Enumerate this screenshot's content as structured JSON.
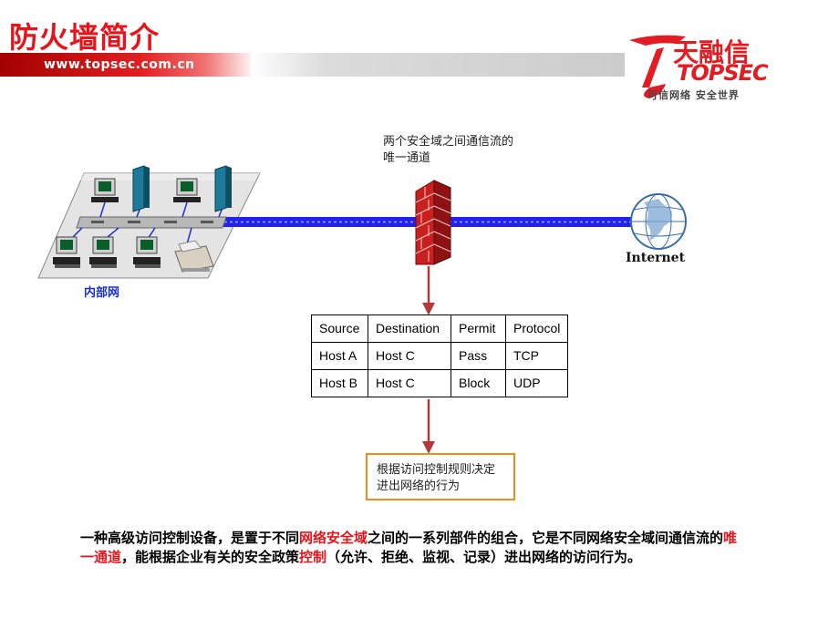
{
  "header": {
    "title": "防火墙简介",
    "url": "www.topsec.com.cn",
    "logo_cn": "天融信",
    "logo_en": "TOPSEC",
    "logo_slogan": "可信网络 安全世界"
  },
  "diagram": {
    "firewall_caption": "两个安全域之间通信流的唯一通道",
    "internet_label": "Internet",
    "intranet_label": "内部网"
  },
  "rules_table": {
    "headers": [
      "Source",
      "Destination",
      "Permit",
      "Protocol"
    ],
    "rows": [
      [
        "Host A",
        "Host C",
        "Pass",
        "TCP"
      ],
      [
        "Host B",
        "Host C",
        "Block",
        "UDP"
      ]
    ]
  },
  "result_box": "根据访问控制规则决定进出网络的行为",
  "description": {
    "p1": "一种高级访问控制设备，是置于不同",
    "h1": "网络安全域",
    "p2": "之间的一系列部件的组合，它是不同网络安全域间通信流的",
    "h2": "唯一通道",
    "p3": "，能根据企业有关的安全政策",
    "h3": "控制",
    "p4": "（允许、拒绝、监视、记录）进出网络的访问行为。"
  },
  "colors": {
    "accent_red": "#e8141c",
    "link_blue": "#1a2fd0",
    "result_border": "#f08c1a",
    "network_line": "#2222ee"
  }
}
